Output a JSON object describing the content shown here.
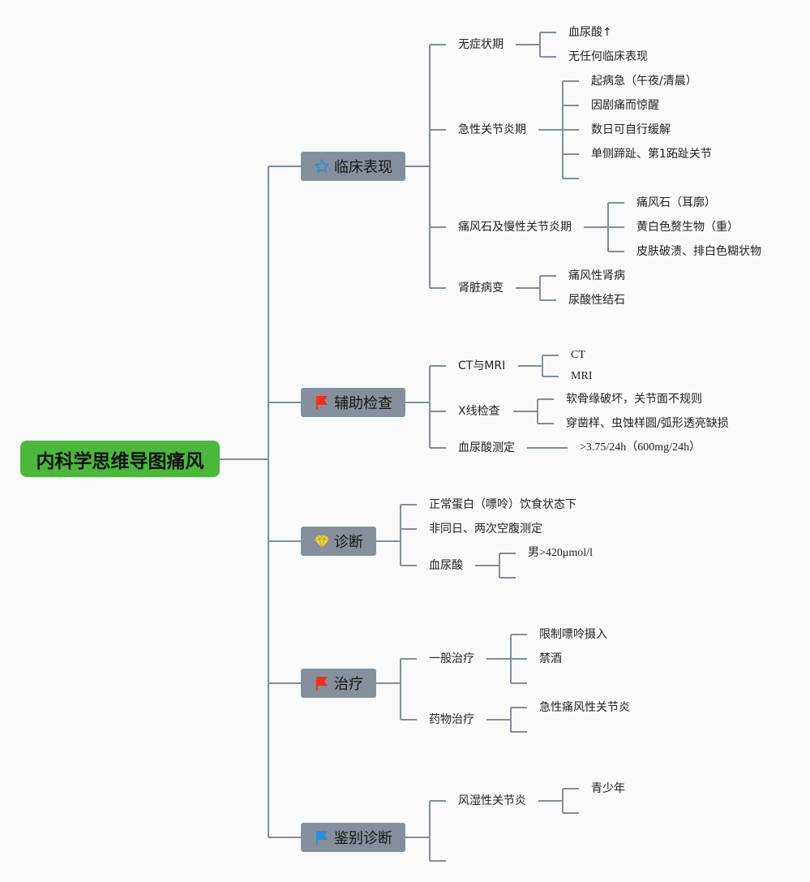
{
  "root": {
    "label": "内科学思维导图痛风",
    "color": "#4bb83c"
  },
  "branches": [
    {
      "label": "临床表现",
      "icon": "star-icon",
      "children": [
        {
          "label": "无症状期",
          "children": [
            "血尿酸↑",
            "无任何临床表现"
          ]
        },
        {
          "label": "急性关节炎期",
          "children": [
            "起病急（午夜/清晨）",
            "因剧痛而惊醒",
            "数日可自行缓解",
            "单侧蹄趾、第1跖趾关节",
            ""
          ]
        },
        {
          "label": "痛风石及慢性关节炎期",
          "children": [
            "痛风石（耳廓）",
            "黄白色赘生物（重）",
            "皮肤破溃、排白色糊状物"
          ]
        },
        {
          "label": "肾脏病变",
          "children": [
            "痛风性肾病",
            "尿酸性结石"
          ]
        }
      ]
    },
    {
      "label": "辅助检查",
      "icon": "red-flag-icon",
      "children": [
        {
          "label": "CT与MRI",
          "children": [
            "CT",
            "MRI"
          ]
        },
        {
          "label": "X线检查",
          "children": [
            "软骨缘破坏，关节面不规则",
            "穿凿样、虫蚀样圆/弧形透亮缺损"
          ]
        },
        {
          "label": "血尿酸测定",
          "children": [
            ">3.75/24h（600mg/24h）"
          ]
        }
      ]
    },
    {
      "label": "诊断",
      "icon": "diamond-icon",
      "children": [
        {
          "label": "正常蛋白（嘌呤）饮食状态下",
          "children": []
        },
        {
          "label": "非同日、两次空腹测定",
          "children": []
        },
        {
          "label": "血尿酸",
          "children": [
            "男>420μmol/l",
            ""
          ]
        }
      ]
    },
    {
      "label": "治疗",
      "icon": "red-flag-icon",
      "children": [
        {
          "label": "一般治疗",
          "children": [
            "限制嘌呤摄入",
            "禁酒",
            ""
          ]
        },
        {
          "label": "药物治疗",
          "children": [
            "急性痛风性关节炎",
            ""
          ]
        }
      ]
    },
    {
      "label": "鉴别诊断",
      "icon": "blue-flag-icon",
      "children": [
        {
          "label": "风湿性关节炎",
          "children": [
            "青少年",
            ""
          ]
        },
        {
          "label": "",
          "children": []
        }
      ]
    }
  ],
  "colors": {
    "line": "#848d99",
    "main_node": "#868f9b",
    "background": "#fafafa",
    "red_flag": "#e8321e",
    "blue_flag": "#2a8fd8",
    "star": "#2a8fd8",
    "diamond": "#e8d53a"
  }
}
